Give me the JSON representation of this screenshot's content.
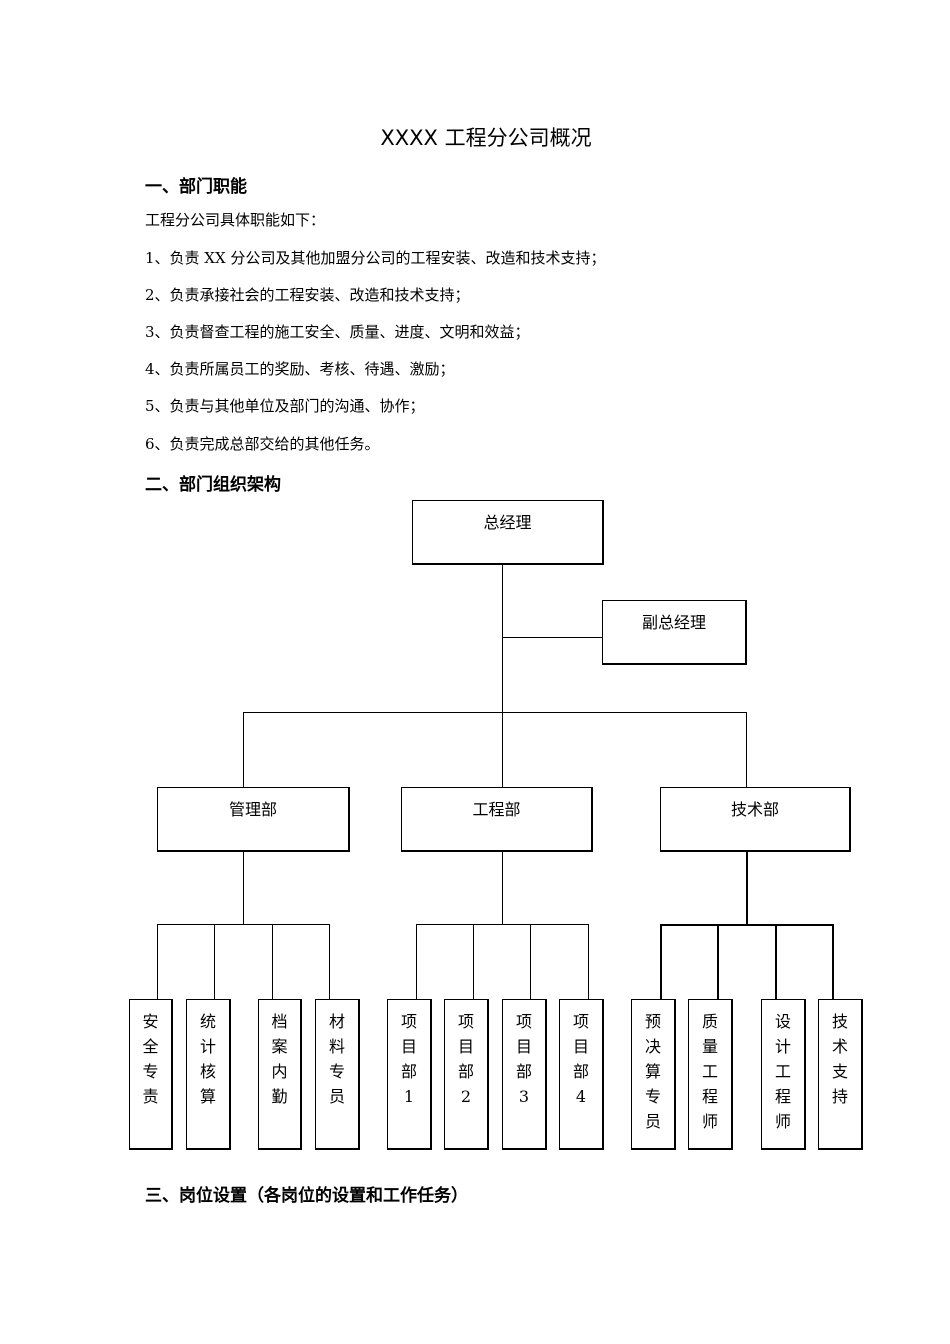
{
  "document": {
    "title": "XXXX 工程分公司概况",
    "section1": {
      "heading": "一、部门职能",
      "intro": "工程分公司具体职能如下：",
      "items": [
        "1、负责 XX 分公司及其他加盟分公司的工程安装、改造和技术支持；",
        "2、负责承接社会的工程安装、改造和技术支持；",
        "3、负责督查工程的施工安全、质量、进度、文明和效益；",
        "4、负责所属员工的奖励、考核、待遇、激励；",
        "5、负责与其他单位及部门的沟通、协作；",
        "6、负责完成总部交给的其他任务。"
      ]
    },
    "section2": {
      "heading": "二、部门组织架构"
    },
    "section3": {
      "heading": "三、岗位设置（各岗位的设置和工作任务）"
    }
  },
  "org_chart": {
    "top": "总经理",
    "deputy": "副总经理",
    "departments": [
      {
        "name": "管理部",
        "roles": [
          "安全专责",
          "统计核算",
          "档案内勤",
          "材料专员"
        ]
      },
      {
        "name": "工程部",
        "roles": [
          "项目部1",
          "项目部2",
          "项目部3",
          "项目部4"
        ]
      },
      {
        "name": "技术部",
        "roles": [
          "预决算专员",
          "质量工程师",
          "设计工程师",
          "技术支持"
        ]
      }
    ]
  }
}
